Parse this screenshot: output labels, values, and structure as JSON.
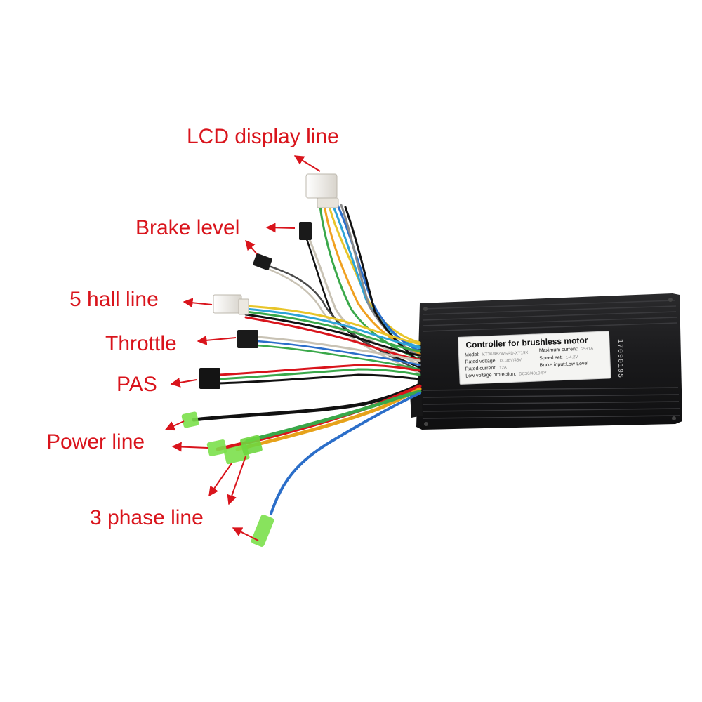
{
  "callouts": {
    "lcd_display": "LCD display line",
    "brake_level": "Brake level",
    "hall": "5 hall line",
    "throttle": "Throttle",
    "pas": "PAS",
    "power": "Power line",
    "phase": "3 phase line"
  },
  "controller_label": {
    "title": "Controller for brushless motor",
    "model_label": "Model:",
    "model_value": "KT36/48ZWSRD-XY19X",
    "max_current_label": "Maximum current:",
    "max_current_value": "25±1A",
    "rated_voltage_label": "Rated voltage:",
    "rated_voltage_value": "DC36V/48V",
    "speed_set_label": "Speed set:",
    "speed_set_value": "1-4.2V",
    "rated_current_label": "Rated current:",
    "rated_current_value": "12A",
    "brake_input_label": "Brake input:Low-Level",
    "low_voltage_label": "Low voltage protection:",
    "low_voltage_value": "DC30/40±0.5V"
  },
  "serial_number": "17090195",
  "colors": {
    "callout_red": "#d9141c",
    "housing": "#1b1b1d",
    "connector_green": "#7be04b"
  }
}
